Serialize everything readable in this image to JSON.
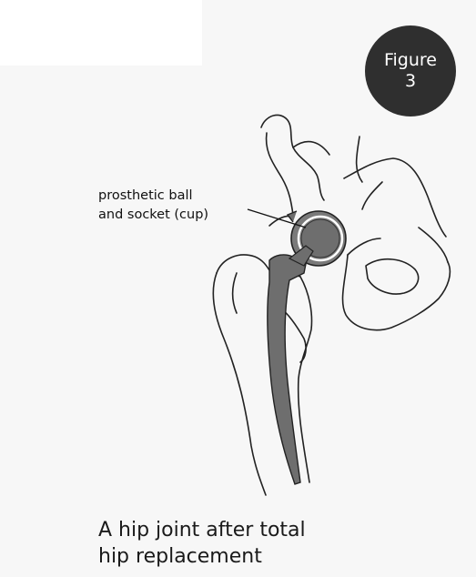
{
  "badge": {
    "line1": "Figure",
    "line2": "3"
  },
  "label": {
    "line1": "prosthetic ball",
    "line2": "and socket (cup)"
  },
  "caption": {
    "line1": "A hip joint after total",
    "line2": "hip replacement"
  },
  "colors": {
    "badge_bg": "#2f2f2f",
    "implant": "#6e6e6e",
    "ink": "#222222",
    "background": "#f7f7f7"
  }
}
